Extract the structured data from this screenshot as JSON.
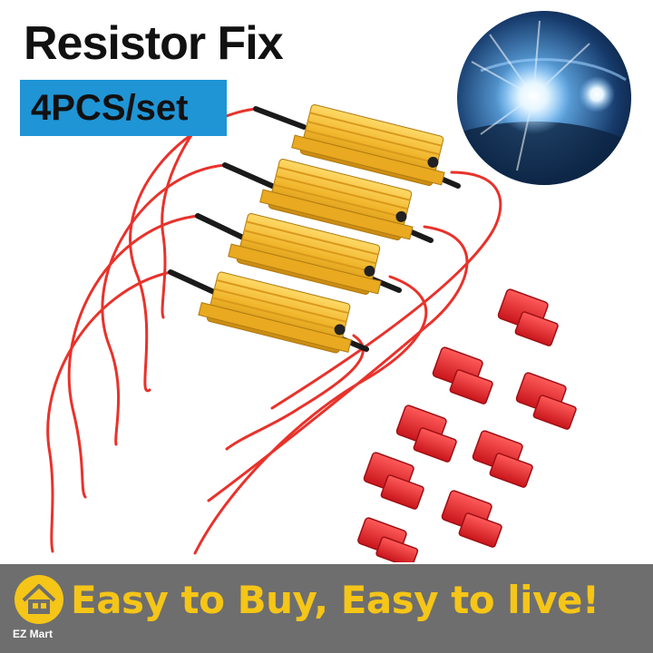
{
  "header": {
    "title": "Resistor Fix",
    "quantity_badge": "4PCS/set"
  },
  "icons": {
    "headlight_photo": "car-headlight-photo",
    "brand_logo": "house-logo-icon",
    "resistor": "load-resistor",
    "connector": "scotchlok-connector"
  },
  "colors": {
    "badge": "#1f95d6",
    "banner": "#6e6e6e",
    "slogan": "#f5c518",
    "resistor_body": "#f0b429",
    "wire": "#e8322b",
    "connector": "#e3262a"
  },
  "banner": {
    "brand": "EZ Mart",
    "slogan": "Easy to Buy, Easy to live!"
  }
}
